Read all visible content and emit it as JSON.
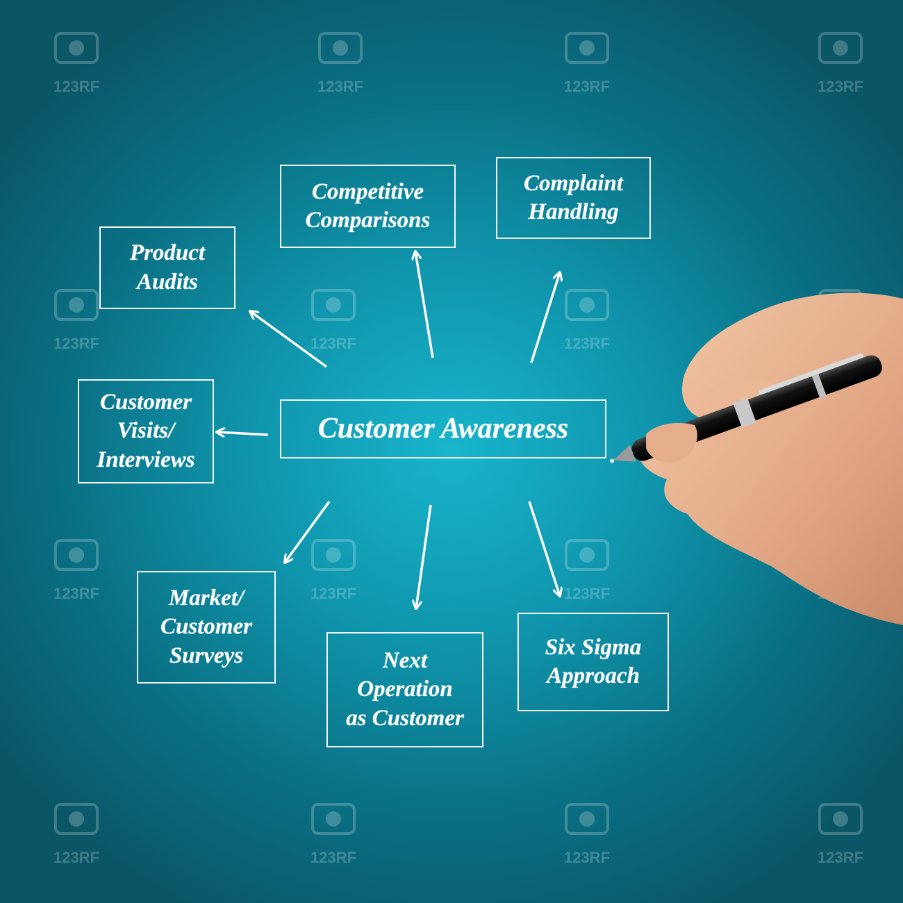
{
  "center": {
    "label": "Customer Awareness"
  },
  "nodes": {
    "competitive_comparisons": "Competitive\nComparisons",
    "complaint_handling": "Complaint\nHandling",
    "product_audits": "Product\nAudits",
    "customer_visits": "Customer\nVisits/\nInterviews",
    "market_surveys": "Market/\nCustomer\nSurveys",
    "next_operation": "Next\nOperation\nas Customer",
    "six_sigma": "Six Sigma\nApproach"
  },
  "watermark": {
    "text": "123RF",
    "icon": "camera-icon"
  },
  "colors": {
    "background": "#0f93aa",
    "ink": "#ffffff"
  }
}
